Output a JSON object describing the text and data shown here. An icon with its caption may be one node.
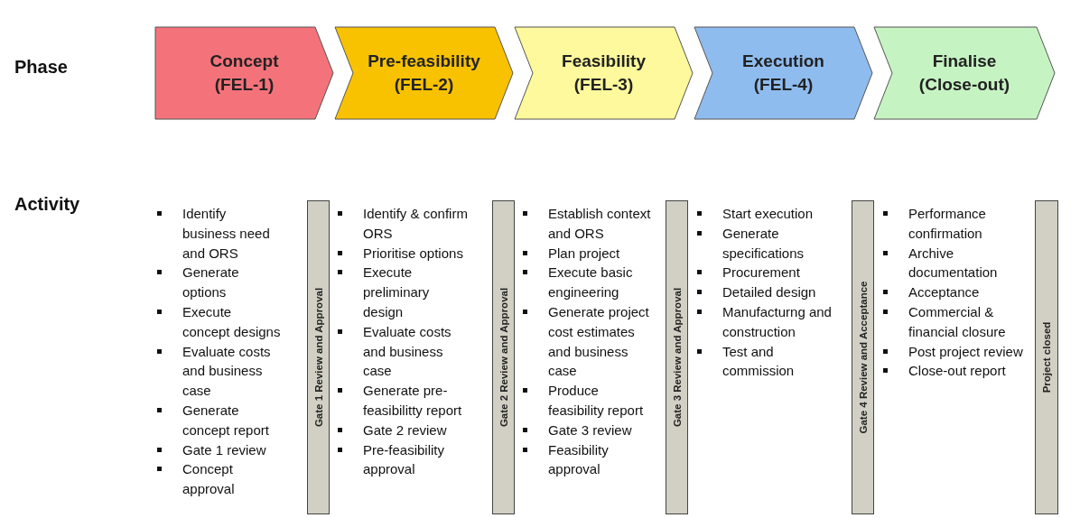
{
  "diagram": {
    "nodes": [
      {
        "text": [
          "Concept (FEL-1)"
        ]
      },
      {
        "text": [
          "Pre-feasibility (FEL-2)"
        ]
      },
      {
        "text": [
          "Feasibility (FEL-3)"
        ]
      },
      {
        "text": [
          "Execution (FEL-4)"
        ]
      },
      {
        "text": [
          "Finalise (Close-out)"
        ]
      },
      {
        "text": [
          "Gate 1 Review and Approval"
        ]
      },
      {
        "text": [
          "Gate 2 Review and Approval"
        ]
      },
      {
        "text": [
          "Gate 3 Review and Approval"
        ]
      },
      {
        "text": [
          "Gate 4 Review and Acceptance"
        ]
      },
      {
        "text": [
          "Project closed"
        ]
      }
    ],
    "edges": [],
    "labels": [
      "Phase",
      "Activity",
      "Identify business need and ORS",
      "Generate options",
      "Execute concept designs",
      "Evaluate costs and business case",
      "Generate concept report",
      "Gate 1 review",
      "Concept approval",
      "Identify & confirm ORS",
      "Prioritise options",
      "Execute preliminary design",
      "Evaluate costs and business case",
      "Generate pre-feasibilitty report",
      "Gate 2 review",
      "Pre-feasibility approval",
      "Establish context and ORS",
      "Plan project",
      "Execute basic engineering",
      "Generate project cost estimates and business case",
      "Produce feasibility report",
      "Gate 3 review",
      "Feasibility approval",
      "Start execution",
      "Generate specifications",
      "Procurement",
      "Detailed design",
      "Manufacturng and construction",
      "Test and commission",
      "Performance confirmation",
      "Archive documentation",
      "Acceptance",
      "Commercial & financial closure",
      "Post project review",
      "Close-out report"
    ]
  }
}
